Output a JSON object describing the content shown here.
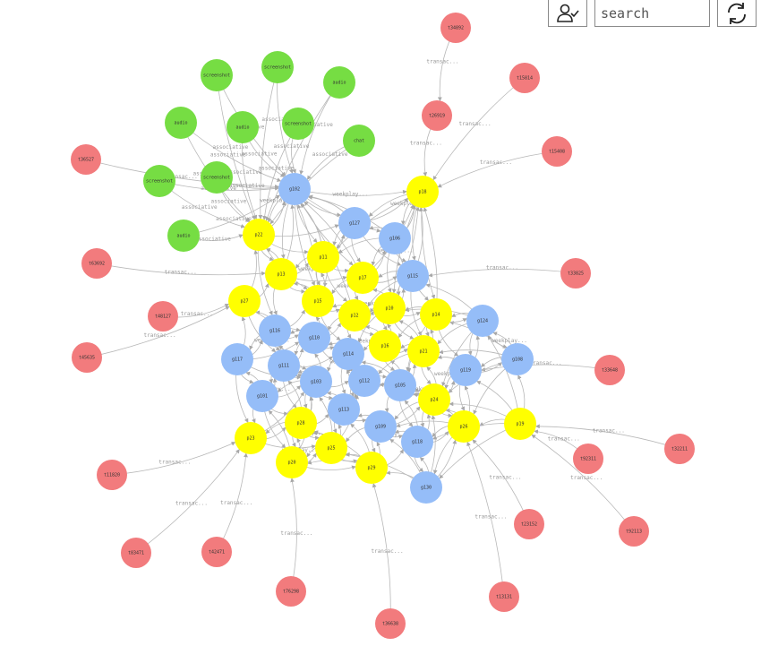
{
  "toolbar": {
    "user_filter_icon": "user-check-icon",
    "search_placeholder": "search",
    "refresh_icon": "refresh-icon"
  },
  "colors": {
    "product": "#ffff00",
    "group": "#95bdf8",
    "media": "#76dd43",
    "transaction": "#f27b7d",
    "edge": "#b8b8b8"
  },
  "edge_labels": {
    "transaction": "transac...",
    "media": "associative",
    "cluster": "weekplay..."
  },
  "nodes": [
    {
      "id": "g102",
      "label": "g102",
      "type": "group"
    },
    {
      "id": "g127",
      "label": "g127",
      "type": "group"
    },
    {
      "id": "g106",
      "label": "g106",
      "type": "group"
    },
    {
      "id": "g115",
      "label": "g115",
      "type": "group"
    },
    {
      "id": "g116",
      "label": "g116",
      "type": "group"
    },
    {
      "id": "g110",
      "label": "g110",
      "type": "group"
    },
    {
      "id": "g114",
      "label": "g114",
      "type": "group"
    },
    {
      "id": "g117",
      "label": "g117",
      "type": "group"
    },
    {
      "id": "g111",
      "label": "g111",
      "type": "group"
    },
    {
      "id": "g103",
      "label": "g103",
      "type": "group"
    },
    {
      "id": "g112",
      "label": "g112",
      "type": "group"
    },
    {
      "id": "g105",
      "label": "g105",
      "type": "group"
    },
    {
      "id": "g101",
      "label": "g101",
      "type": "group"
    },
    {
      "id": "g113",
      "label": "g113",
      "type": "group"
    },
    {
      "id": "g109",
      "label": "g109",
      "type": "group"
    },
    {
      "id": "g118",
      "label": "g118",
      "type": "group"
    },
    {
      "id": "g119",
      "label": "g119",
      "type": "group"
    },
    {
      "id": "g124",
      "label": "g124",
      "type": "group"
    },
    {
      "id": "g108",
      "label": "g108",
      "type": "group"
    },
    {
      "id": "g130",
      "label": "g130",
      "type": "group"
    },
    {
      "id": "p18",
      "label": "p18",
      "type": "product"
    },
    {
      "id": "p22",
      "label": "p22",
      "type": "product"
    },
    {
      "id": "p11",
      "label": "p11",
      "type": "product"
    },
    {
      "id": "p13",
      "label": "p13",
      "type": "product"
    },
    {
      "id": "p17",
      "label": "p17",
      "type": "product"
    },
    {
      "id": "p27",
      "label": "p27",
      "type": "product"
    },
    {
      "id": "p15",
      "label": "p15",
      "type": "product"
    },
    {
      "id": "p12",
      "label": "p12",
      "type": "product"
    },
    {
      "id": "p10",
      "label": "p10",
      "type": "product"
    },
    {
      "id": "p14",
      "label": "p14",
      "type": "product"
    },
    {
      "id": "p16",
      "label": "p16",
      "type": "product"
    },
    {
      "id": "p21",
      "label": "p21",
      "type": "product"
    },
    {
      "id": "p24",
      "label": "p24",
      "type": "product"
    },
    {
      "id": "p26",
      "label": "p26",
      "type": "product"
    },
    {
      "id": "p28",
      "label": "p28",
      "type": "product"
    },
    {
      "id": "p19",
      "label": "p19",
      "type": "product"
    },
    {
      "id": "p23",
      "label": "p23",
      "type": "product"
    },
    {
      "id": "p25",
      "label": "p25",
      "type": "product"
    },
    {
      "id": "p20",
      "label": "p20",
      "type": "product"
    },
    {
      "id": "p29",
      "label": "p29",
      "type": "product"
    },
    {
      "id": "m1",
      "label": "screenshot",
      "type": "media"
    },
    {
      "id": "m2",
      "label": "screenshot",
      "type": "media"
    },
    {
      "id": "m3",
      "label": "audio",
      "type": "media"
    },
    {
      "id": "m4",
      "label": "audio",
      "type": "media"
    },
    {
      "id": "m5",
      "label": "audio",
      "type": "media"
    },
    {
      "id": "m6",
      "label": "screenshot",
      "type": "media"
    },
    {
      "id": "m7",
      "label": "chat",
      "type": "media"
    },
    {
      "id": "m8",
      "label": "screenshot",
      "type": "media"
    },
    {
      "id": "m9",
      "label": "screenshot",
      "type": "media"
    },
    {
      "id": "m10",
      "label": "audio",
      "type": "media"
    },
    {
      "id": "t1",
      "label": "t34892",
      "type": "transaction"
    },
    {
      "id": "t2",
      "label": "t15814",
      "type": "transaction"
    },
    {
      "id": "t3",
      "label": "t26919",
      "type": "transaction"
    },
    {
      "id": "t4",
      "label": "t15408",
      "type": "transaction"
    },
    {
      "id": "t5",
      "label": "t36527",
      "type": "transaction"
    },
    {
      "id": "t6",
      "label": "t63692",
      "type": "transaction"
    },
    {
      "id": "t7",
      "label": "t33825",
      "type": "transaction"
    },
    {
      "id": "t8",
      "label": "t48127",
      "type": "transaction"
    },
    {
      "id": "t9",
      "label": "t45635",
      "type": "transaction"
    },
    {
      "id": "t10",
      "label": "t33648",
      "type": "transaction"
    },
    {
      "id": "t11",
      "label": "t32211",
      "type": "transaction"
    },
    {
      "id": "t12",
      "label": "t92311",
      "type": "transaction"
    },
    {
      "id": "t13",
      "label": "t11820",
      "type": "transaction"
    },
    {
      "id": "t14",
      "label": "t23152",
      "type": "transaction"
    },
    {
      "id": "t15",
      "label": "t92113",
      "type": "transaction"
    },
    {
      "id": "t16",
      "label": "t83471",
      "type": "transaction"
    },
    {
      "id": "t17",
      "label": "t42471",
      "type": "transaction"
    },
    {
      "id": "t18",
      "label": "t76298",
      "type": "transaction"
    },
    {
      "id": "t19",
      "label": "t13131",
      "type": "transaction"
    },
    {
      "id": "t20",
      "label": "t36638",
      "type": "transaction"
    }
  ]
}
